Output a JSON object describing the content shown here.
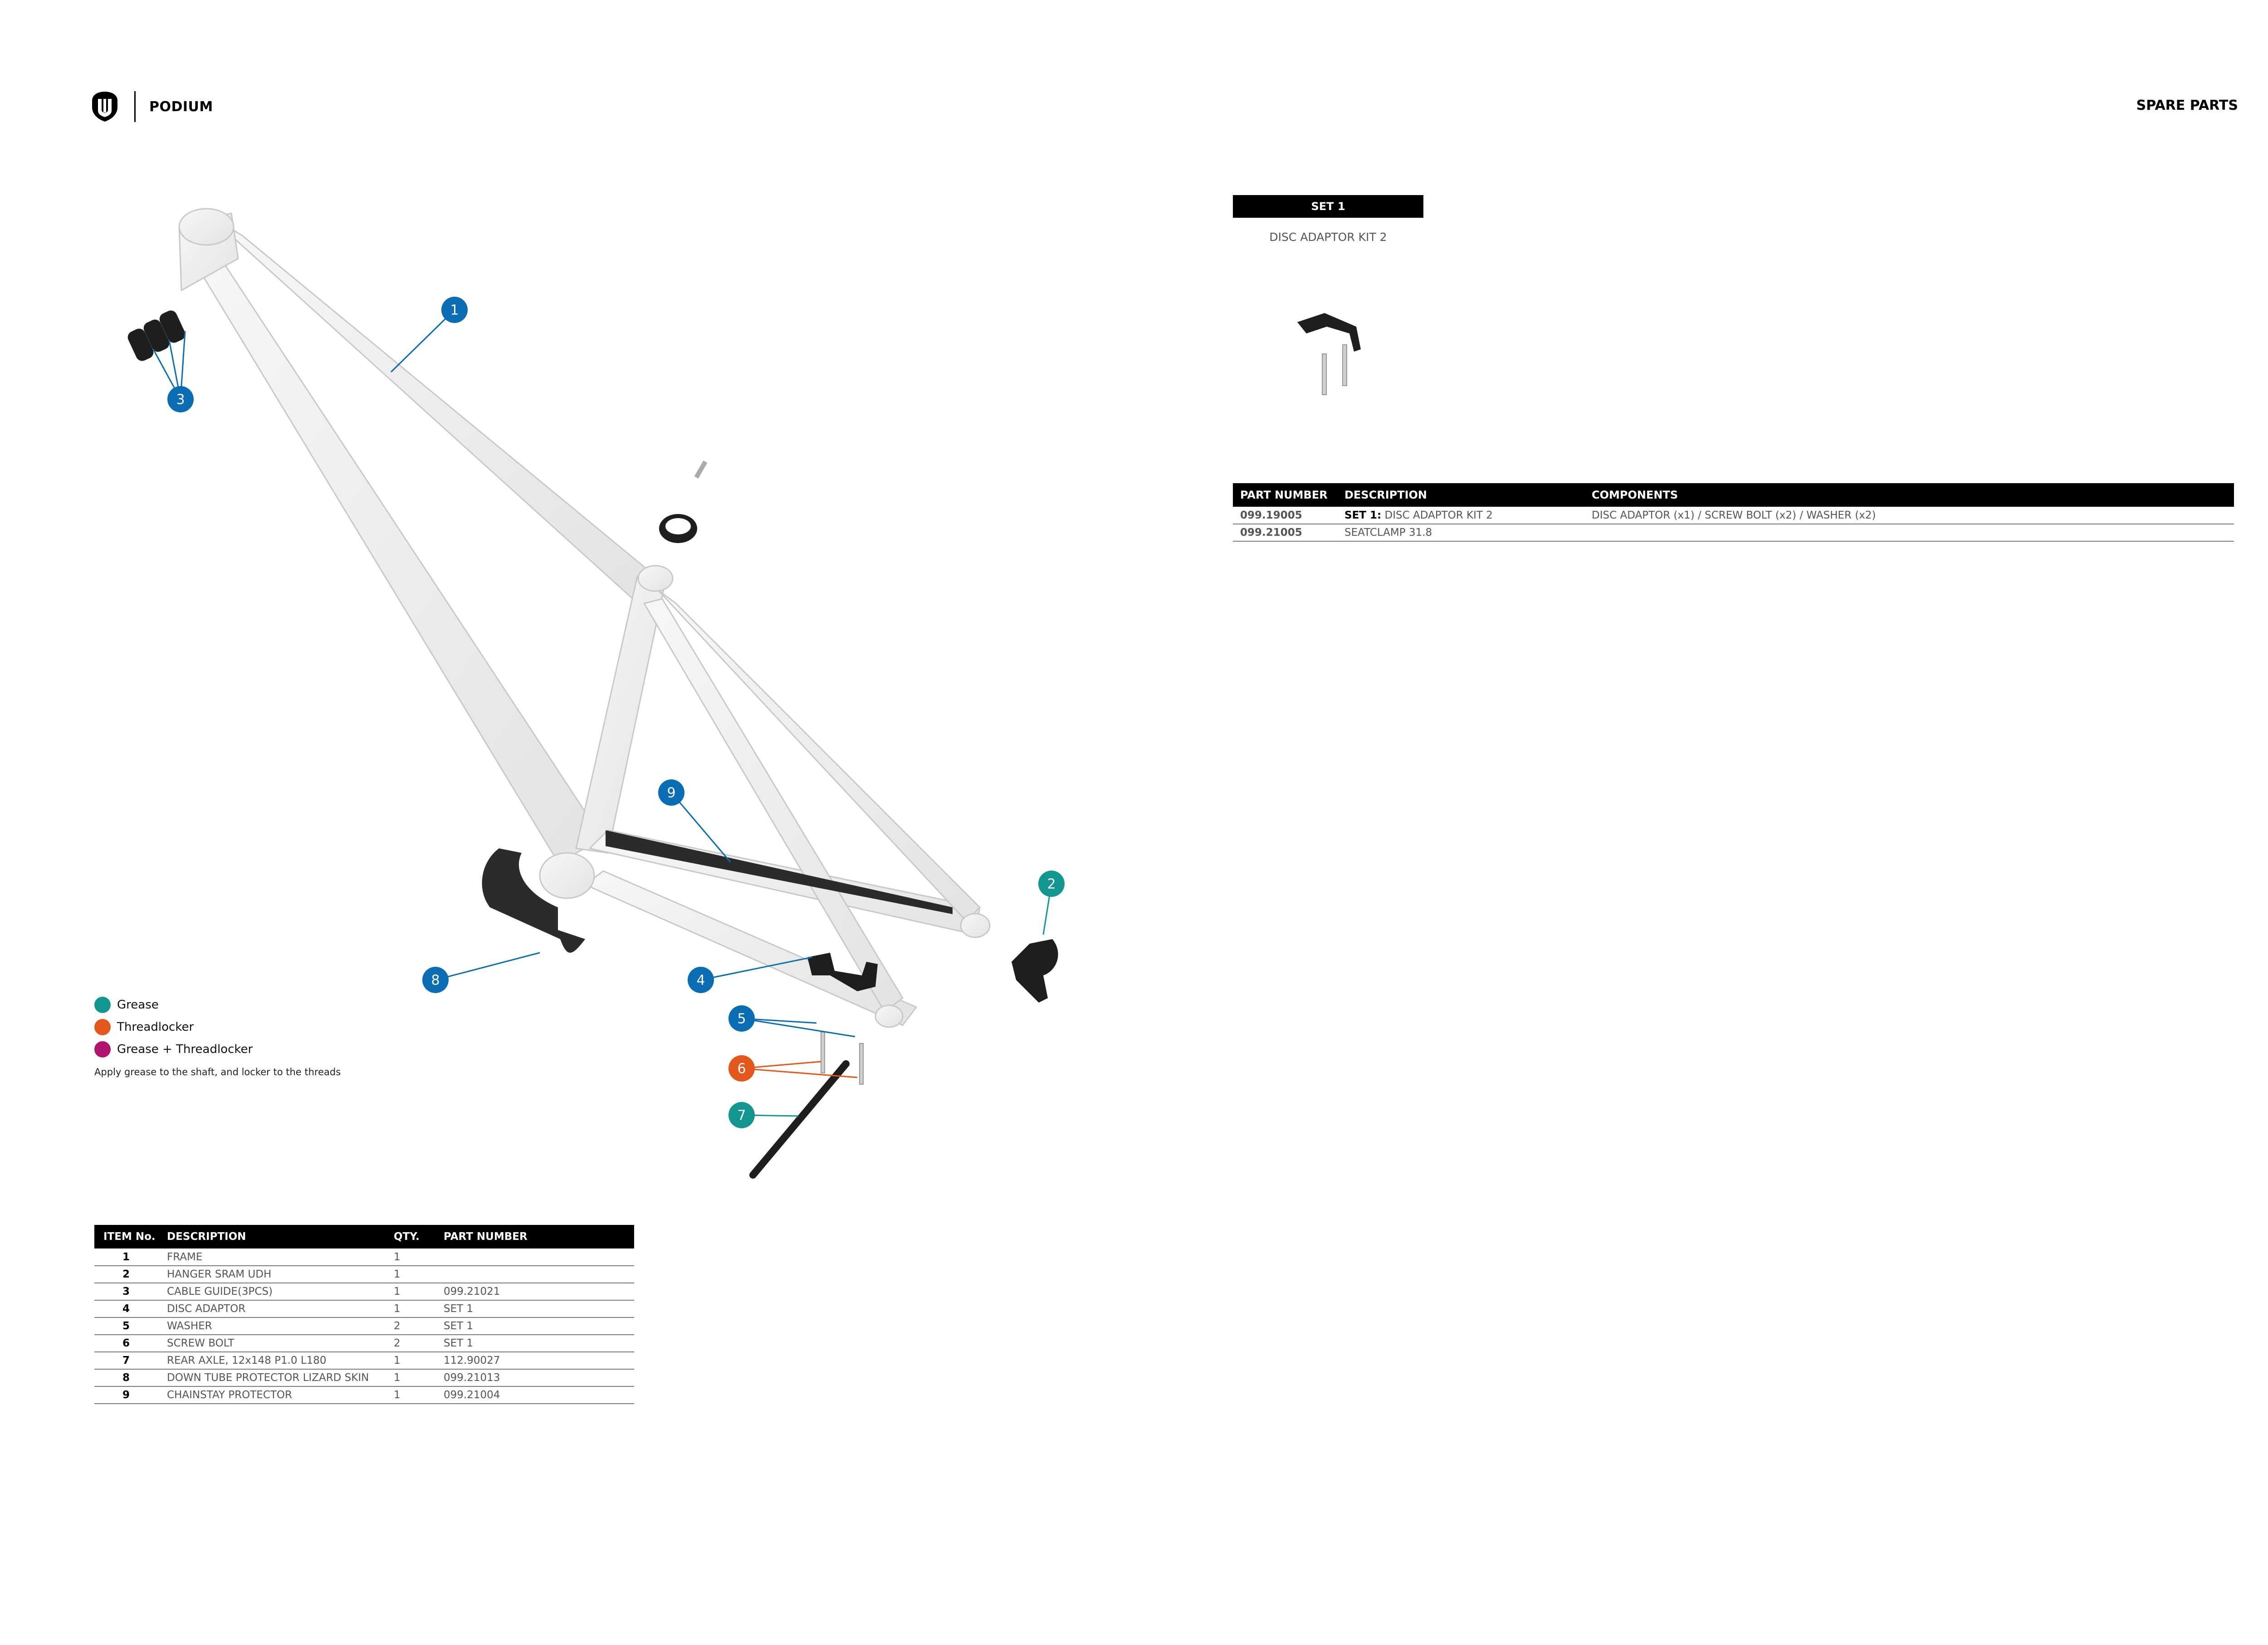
{
  "header": {
    "brand_title": "PODIUM",
    "section_title": "SPARE PARTS",
    "logo_icon": "brand-shield-icon"
  },
  "callouts": [
    {
      "number": "1",
      "color": "#0a6db3"
    },
    {
      "number": "2",
      "color": "#13968f"
    },
    {
      "number": "3",
      "color": "#0a6db3"
    },
    {
      "number": "4",
      "color": "#0a6db3"
    },
    {
      "number": "5",
      "color": "#0a6db3"
    },
    {
      "number": "6",
      "color": "#e4571c"
    },
    {
      "number": "7",
      "color": "#13968f"
    },
    {
      "number": "8",
      "color": "#0a6db3"
    },
    {
      "number": "9",
      "color": "#0a6db3"
    }
  ],
  "legend": {
    "items": [
      {
        "label": "Grease",
        "color": "#13968f"
      },
      {
        "label": "Threadlocker",
        "color": "#e4571c"
      },
      {
        "label": "Grease + Threadlocker",
        "color": "#b0146e"
      }
    ],
    "note": "Apply grease to the shaft, and locker to the threads"
  },
  "parts_table": {
    "headers": [
      "ITEM No.",
      "DESCRIPTION",
      "QTY.",
      "PART NUMBER"
    ],
    "rows": [
      {
        "item": "1",
        "description": "FRAME",
        "qty": "1",
        "part_number": ""
      },
      {
        "item": "2",
        "description": "HANGER SRAM UDH",
        "qty": "1",
        "part_number": ""
      },
      {
        "item": "3",
        "description": "CABLE GUIDE(3PCS)",
        "qty": "1",
        "part_number": "099.21021"
      },
      {
        "item": "4",
        "description": "DISC ADAPTOR",
        "qty": "1",
        "part_number": "SET 1"
      },
      {
        "item": "5",
        "description": "WASHER",
        "qty": "2",
        "part_number": "SET 1"
      },
      {
        "item": "6",
        "description": "SCREW BOLT",
        "qty": "2",
        "part_number": "SET 1"
      },
      {
        "item": "7",
        "description": "REAR AXLE, 12x148 P1.0 L180",
        "qty": "1",
        "part_number": "112.90027"
      },
      {
        "item": "8",
        "description": "DOWN TUBE PROTECTOR LIZARD SKIN",
        "qty": "1",
        "part_number": "099.21013"
      },
      {
        "item": "9",
        "description": "CHAINSTAY PROTECTOR",
        "qty": "1",
        "part_number": "099.21004"
      }
    ]
  },
  "set_box": {
    "title": "SET 1",
    "description": "DISC ADAPTOR KIT 2"
  },
  "spare_table": {
    "headers": [
      "PART NUMBER",
      "DESCRIPTION",
      "COMPONENTS"
    ],
    "rows": [
      {
        "part_number": "099.19005",
        "set_label": "SET 1:",
        "description": "DISC ADAPTOR KIT 2",
        "components": "DISC ADAPTOR (x1) / SCREW BOLT (x2) / WASHER (x2)"
      },
      {
        "part_number": "099.21005",
        "set_label": "",
        "description": "SEATCLAMP 31.8",
        "components": ""
      }
    ]
  }
}
